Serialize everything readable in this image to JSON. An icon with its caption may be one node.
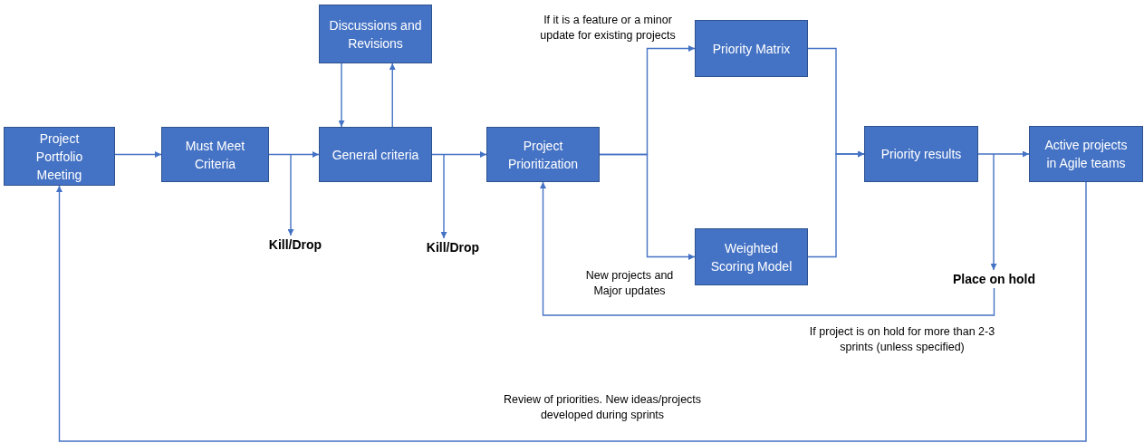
{
  "diagram": {
    "nodes": [
      {
        "text": [
          "Project Portfolio Meeting"
        ]
      },
      {
        "text": [
          "Must Meet Criteria"
        ]
      },
      {
        "text": [
          "Discussions and Revisions"
        ]
      },
      {
        "text": [
          "General criteria"
        ]
      },
      {
        "text": [
          "Project Prioritization"
        ]
      },
      {
        "text": [
          "Priority Matrix"
        ]
      },
      {
        "text": [
          "Weighted Scoring Model"
        ]
      },
      {
        "text": [
          "Priority results"
        ]
      },
      {
        "text": [
          "Active projects in Agile teams"
        ]
      },
      {
        "text": [
          "Kill/Drop"
        ]
      },
      {
        "text": [
          "Kill/Drop"
        ]
      },
      {
        "text": [
          "Place on hold"
        ]
      }
    ],
    "edges": [
      {
        "from": 0,
        "to": 1,
        "arrow": "to"
      },
      {
        "from": 1,
        "to": 3,
        "arrow": "to"
      },
      {
        "from": 1,
        "to": 9,
        "arrow": "to"
      },
      {
        "from": 3,
        "to": 2,
        "arrow": "to"
      },
      {
        "from": 2,
        "to": 3,
        "arrow": "to"
      },
      {
        "from": 3,
        "to": 4,
        "arrow": "to"
      },
      {
        "from": 3,
        "to": 10,
        "arrow": "to"
      },
      {
        "from": 4,
        "to": 5,
        "arrow": "to",
        "label": "If it is a feature or a minor update for existing projects"
      },
      {
        "from": 4,
        "to": 6,
        "arrow": "to",
        "label": "New projects and Major updates"
      },
      {
        "from": 5,
        "to": 7,
        "arrow": "to"
      },
      {
        "from": 6,
        "to": 7,
        "arrow": "to"
      },
      {
        "from": 7,
        "to": 8,
        "arrow": "to"
      },
      {
        "from": 7,
        "to": 11,
        "arrow": "to"
      },
      {
        "from": 11,
        "to": 4,
        "arrow": "to",
        "label": "If project is on hold for more than 2-3 sprints (unless specified)"
      },
      {
        "from": 8,
        "to": 0,
        "arrow": "to",
        "label": "Review of priorities. New ideas/projects developed during sprints"
      }
    ]
  }
}
